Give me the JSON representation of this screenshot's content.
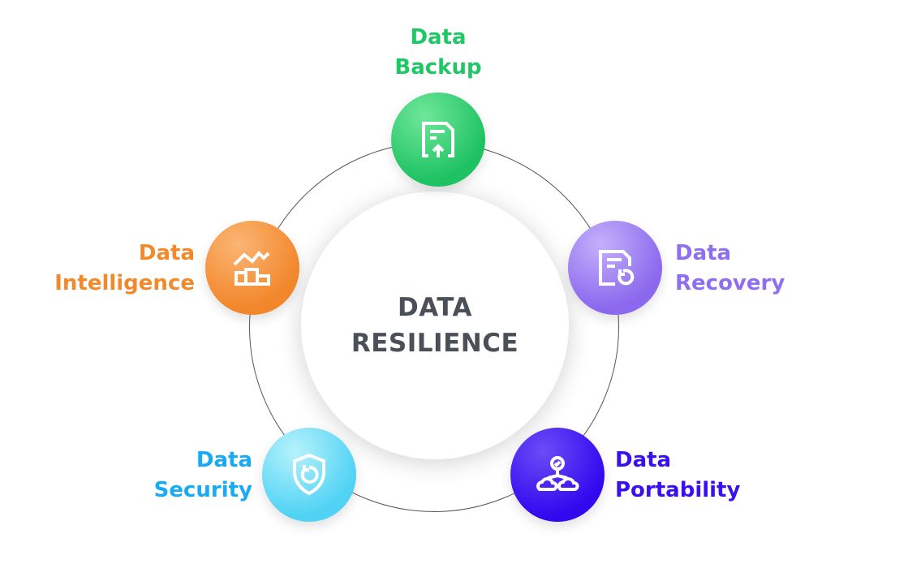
{
  "center": {
    "line1": "DATA",
    "line2": "RESILIENCE"
  },
  "nodes": [
    {
      "line1": "Data",
      "line2": "Backup",
      "icon": "document-upload-icon",
      "color": "#1fc766"
    },
    {
      "line1": "Data",
      "line2": "Recovery",
      "icon": "document-restore-icon",
      "color": "#8f6ff0"
    },
    {
      "line1": "Data",
      "line2": "Portability",
      "icon": "cloud-transfer-icon",
      "color": "#3a0ff0"
    },
    {
      "line1": "Data",
      "line2": "Security",
      "icon": "shield-restore-icon",
      "color": "#18aaf2"
    },
    {
      "line1": "Data",
      "line2": "Intelligence",
      "icon": "analytics-chart-icon",
      "color": "#f28a2c"
    }
  ]
}
